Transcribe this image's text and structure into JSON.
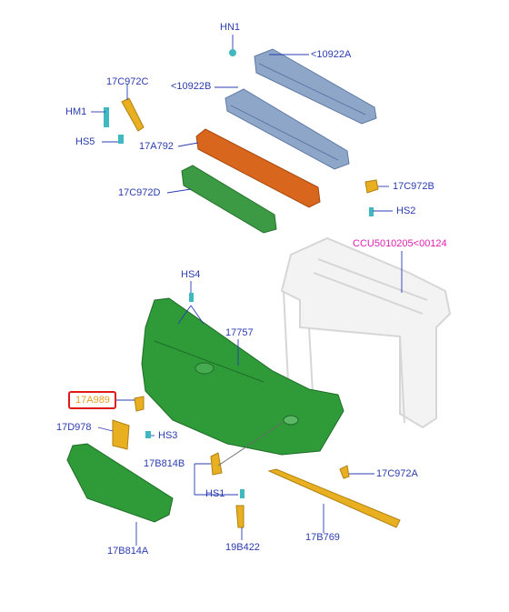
{
  "labels": {
    "HN1": "HN1",
    "p10922A": "<10922A",
    "p10922B": "<10922B",
    "p17C972C": "17C972C",
    "HM1": "HM1",
    "HS5": "HS5",
    "p17A792": "17A792",
    "p17C972D": "17C972D",
    "p17C972B": "17C972B",
    "HS2": "HS2",
    "CCU": "CCU5010205<00124",
    "HS4": "HS4",
    "p17757": "17757",
    "p17A989": "17A989",
    "p17D978": "17D978",
    "HS3": "HS3",
    "p17B814B": "17B814B",
    "HS1": "HS1",
    "p17C972A": "17C972A",
    "p17B814A": "17B814A",
    "p19B422": "19B422",
    "p17B769": "17B769"
  },
  "colors": {
    "label": "#2a3cb0",
    "highlight_label": "#e8a020",
    "highlight_border": "#e01818",
    "ccu_label": "#e020b0",
    "bumper_green": "#2e9a38",
    "beam_orange": "#d8661c",
    "reinforcement_blue": "#7d98c0",
    "bracket_yellow": "#e8b020",
    "clip_cyan": "#40b8c0"
  }
}
